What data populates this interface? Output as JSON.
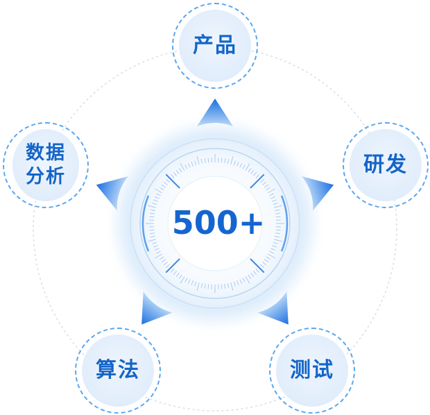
{
  "center": {
    "value": "500+"
  },
  "nodes": [
    {
      "id": "product",
      "label": "产品"
    },
    {
      "id": "rnd",
      "label": "研发"
    },
    {
      "id": "testing",
      "label": "测试"
    },
    {
      "id": "algorithm",
      "label": "算法"
    },
    {
      "id": "data-analysis",
      "label": "数据分析"
    }
  ],
  "colors": {
    "accent": "#1565c8",
    "dashed_border": "#5aa6ee",
    "node_fill": "#e4eefb",
    "ring": "#bcd9f6"
  }
}
